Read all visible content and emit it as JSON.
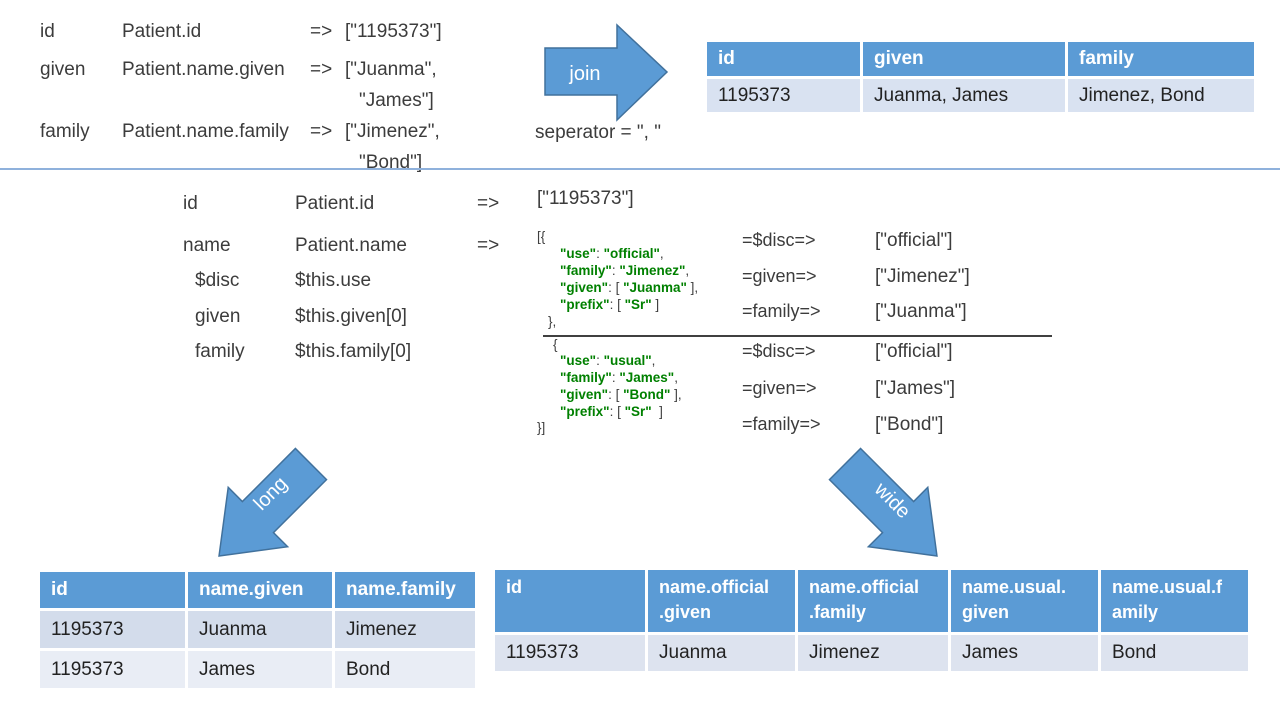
{
  "top": {
    "rows": [
      {
        "field": "id",
        "path": "Patient.id",
        "arrow": "=>",
        "v1": "[\"1195373\"]"
      },
      {
        "field": "given",
        "path": "Patient.name.given",
        "arrow": "=>",
        "v1": "[\"Juanma\",",
        "v2": "\"James\"]"
      },
      {
        "field": "family",
        "path": "Patient.name.family",
        "arrow": "=>",
        "v1": "[\"Jimenez\",",
        "v2": "\"Bond\"]"
      }
    ],
    "join_label": "join",
    "separator_note": "seperator = \", \"",
    "join_table": {
      "headers": [
        "id",
        "given",
        "family"
      ],
      "rows": [
        [
          "1195373",
          "Juanma, James",
          "Jimenez, Bond"
        ]
      ]
    }
  },
  "middle": {
    "rows": [
      {
        "field": "id",
        "path": "Patient.id",
        "arrow": "=>"
      },
      {
        "field": "name",
        "path": "Patient.name",
        "arrow": "=>"
      },
      {
        "field": "$disc",
        "path": "$this.use"
      },
      {
        "field": "given",
        "path": "$this.given[0]"
      },
      {
        "field": "family",
        "path": "$this.family[0]"
      }
    ],
    "id_value": "[\"1195373\"]",
    "json_code": {
      "l1": {
        "p1": "[{"
      },
      "l2": {
        "k": "\"use\"",
        "c": ": ",
        "v": "\"official\"",
        "e": ","
      },
      "l3": {
        "k": "\"family\"",
        "c": ": ",
        "v": "\"Jimenez\"",
        "e": ","
      },
      "l4": {
        "k": "\"given\"",
        "c": ": [ ",
        "v": "\"Juanma\"",
        "e": " ],"
      },
      "l5": {
        "k": "\"prefix\"",
        "c": ": [ ",
        "v": "\"Sr\"",
        "e": " ]"
      },
      "l6": {
        "p1": "},"
      },
      "l7": {
        "p1": "{"
      },
      "l8": {
        "k": "\"use\"",
        "c": ": ",
        "v": "\"usual\"",
        "e": ","
      },
      "l9": {
        "k": "\"family\"",
        "c": ": ",
        "v": "\"James\"",
        "e": ","
      },
      "l10": {
        "k": "\"given\"",
        "c": ": [ ",
        "v": "\"Bond\"",
        "e": " ],"
      },
      "l11": {
        "k": "\"prefix\"",
        "c": ": [ ",
        "v": "\"Sr\"",
        "e": "  ]"
      },
      "l12": {
        "p1": "}]"
      }
    },
    "extract_group1": [
      {
        "token": "=$disc=>",
        "value": "[\"official\"]"
      },
      {
        "token": "=given=>",
        "value": "[\"Jimenez\"]"
      },
      {
        "token": "=family=>",
        "value": "[\"Juanma\"]"
      }
    ],
    "extract_group2": [
      {
        "token": "=$disc=>",
        "value": "[\"official\"]"
      },
      {
        "token": "=given=>",
        "value": "[\"James\"]"
      },
      {
        "token": "=family=>",
        "value": "[\"Bond\"]"
      }
    ]
  },
  "bottom": {
    "long_label": "long",
    "wide_label": "wide",
    "long_table": {
      "headers": [
        "id",
        "name.given",
        "name.family"
      ],
      "rows": [
        [
          "1195373",
          "Juanma",
          "Jimenez"
        ],
        [
          "1195373",
          "James",
          "Bond"
        ]
      ]
    },
    "wide_table": {
      "headers": [
        "id",
        "name.official\n.given",
        "name.official\n.family",
        "name.usual.\ngiven",
        "name.usual.f\namily"
      ],
      "rows": [
        [
          "1195373",
          "Juanma",
          "Jimenez",
          "James",
          "Bond"
        ]
      ]
    }
  },
  "colors": {
    "table_header_blue": "#5B9BD5",
    "arrow_fill": "#5B9BD5",
    "arrow_border": "#41719C",
    "json_green": "#008000",
    "band_dark": "#D3DCEB",
    "band_light": "#E9EDF5",
    "divider_blue": "#8FB1DC"
  }
}
